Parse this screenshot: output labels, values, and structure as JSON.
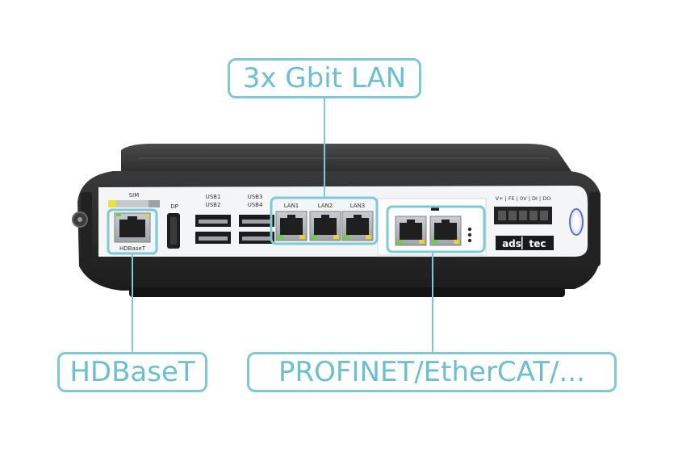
{
  "callouts": {
    "lan": "3x Gbit LAN",
    "hdbaset": "HDBaseT",
    "profinet": "PROFINET/EtherCAT/..."
  },
  "device": {
    "sim_label": "SIM",
    "hdbaset_port_label": "HDBaseT",
    "dp_label": "DP",
    "usb12_line1": "USB1",
    "usb12_line2": "USB2",
    "usb34_line1": "USB3",
    "usb34_line2": "USB4",
    "lan1_label": "LAN1",
    "lan2_label": "LAN2",
    "lan3_label": "LAN3",
    "power_label": "V+ | FE | 0V | DI | DO",
    "brand_ads": "ads",
    "brand_tec": "tec"
  },
  "colors": {
    "callout": "#7ec8d8",
    "callout_text": "#6cbfd2",
    "housing": "#2b2b2b",
    "panel": "#f4f5f7",
    "led_green": "#6ccf3c",
    "led_yellow": "#e8d23a"
  }
}
